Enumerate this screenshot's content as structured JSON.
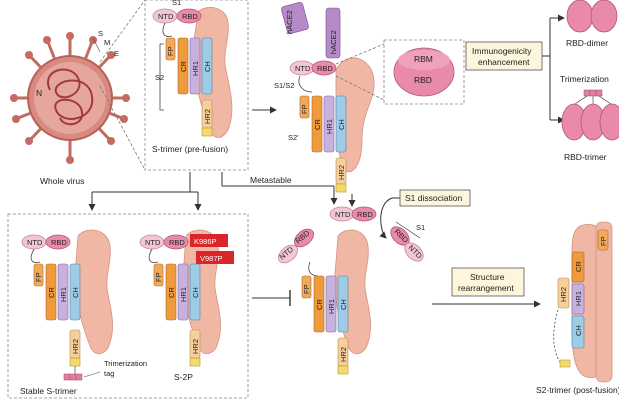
{
  "labels": {
    "whole_virus": "Whole virus",
    "virus_n": "N",
    "virus_s": "S",
    "virus_m": "M",
    "virus_e": "E",
    "s1_top": "S1",
    "s2": "S2",
    "s_trimer_prefusion": "S-trimer (pre-fusion)",
    "hace2_a": "hACE2",
    "hace2_b": "hACE2",
    "s1s2": "S1/S2",
    "s2prime": "S2'",
    "rbm": "RBM",
    "rbd_big": "RBD",
    "immunogenicity": "Immunogenicity enhancement",
    "immunogenicity_l1": "Immunogenicity",
    "immunogenicity_l2": "enhancement",
    "rbd_dimer": "RBD-dimer",
    "trimerization": "Trimerization",
    "rbd_trimer": "RBD-trimer",
    "metastable": "Metastable",
    "s1_dissociation": "S1 dissociation",
    "s1_side": "S1",
    "structure_l1": "Structure",
    "structure_l2": "rearrangement",
    "trimerization_tag_l1": "Trimerization",
    "trimerization_tag_l2": "tag",
    "stable_s_trimer": "Stable S-trimer",
    "s2p": "S-2P",
    "k986p": "K986P",
    "v987p": "V987P",
    "s2_trimer_postfusion": "S2-trimer (post-fusion)"
  },
  "domains": {
    "ntd": "NTD",
    "rbd": "RBD",
    "fp": "FP",
    "cr": "CR",
    "hr1": "HR1",
    "ch": "CH",
    "hr2": "HR2"
  },
  "colors": {
    "rbd_pink": "#e98aa8",
    "ntd_pink": "#f2c6d4",
    "spike_body": "#efb7a4",
    "fp_orange": "#f3a85a",
    "cr_orange": "#ef9a3c",
    "hr1_lilac": "#c7b2df",
    "ch_blue": "#9ecbe6",
    "hr2_peach": "#f6cf9c",
    "tm_yellow": "#f4d96c",
    "ace2_purple": "#b48ac8",
    "mutation_red": "#d8262b",
    "virus_body": "#d9897f",
    "box_fill": "#fdf5dc"
  }
}
